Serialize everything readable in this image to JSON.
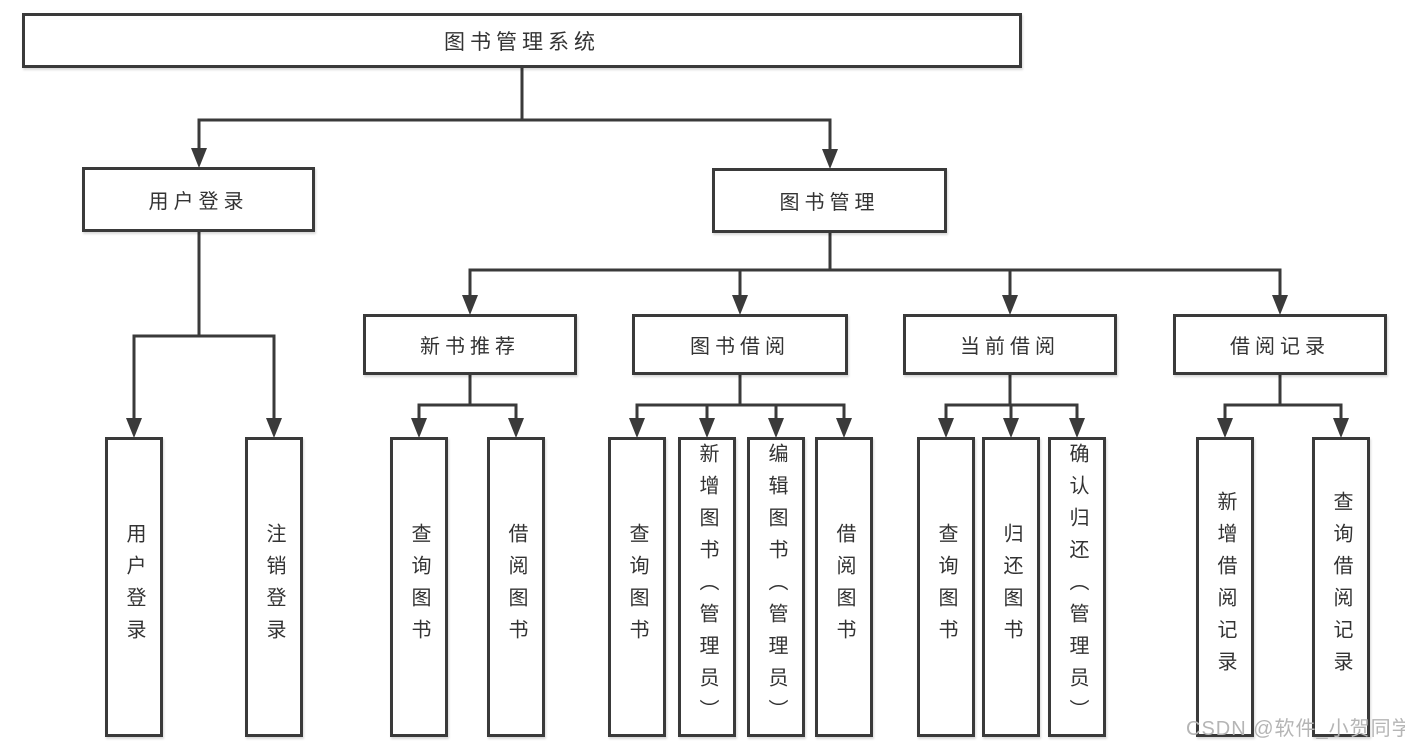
{
  "diagram": {
    "root": "图书管理系统",
    "user_login": {
      "label": "用户登录",
      "children": [
        "用户登录",
        "注销登录"
      ]
    },
    "book_management": {
      "label": "图书管理",
      "sections": {
        "new_books": {
          "label": "新书推荐",
          "children": [
            "查询图书",
            "借阅图书"
          ]
        },
        "book_borrowing": {
          "label": "图书借阅",
          "children": [
            "查询图书",
            "新增图书（管理员）",
            "编辑图书（管理员）",
            "借阅图书"
          ]
        },
        "current_borrowing": {
          "label": "当前借阅",
          "children": [
            "查询图书",
            "归还图书",
            "确认归还（管理员）"
          ]
        },
        "borrow_records": {
          "label": "借阅记录",
          "children": [
            "新增借阅记录",
            "查询借阅记录"
          ]
        }
      }
    }
  },
  "watermark": "CSDN @软件_小贺同学",
  "colors": {
    "line": "#3a3a3a",
    "border": "#3a3a3a",
    "text": "#333333",
    "watermark": "#b5b5b5",
    "background": "#ffffff"
  }
}
